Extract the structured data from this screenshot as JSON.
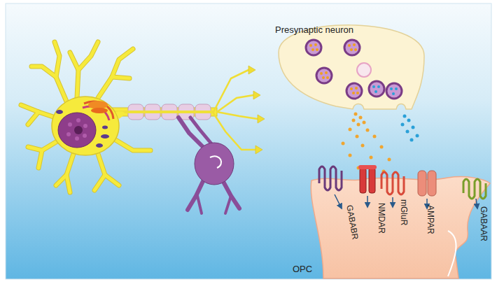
{
  "diagram": {
    "nodes": [
      {
        "text": [
          "Presynaptic neuron"
        ]
      },
      {
        "text": [
          "GABABR",
          "NMDAR",
          "mGluR",
          "AMPAR",
          "GABAAR",
          "OPC"
        ]
      }
    ]
  }
}
